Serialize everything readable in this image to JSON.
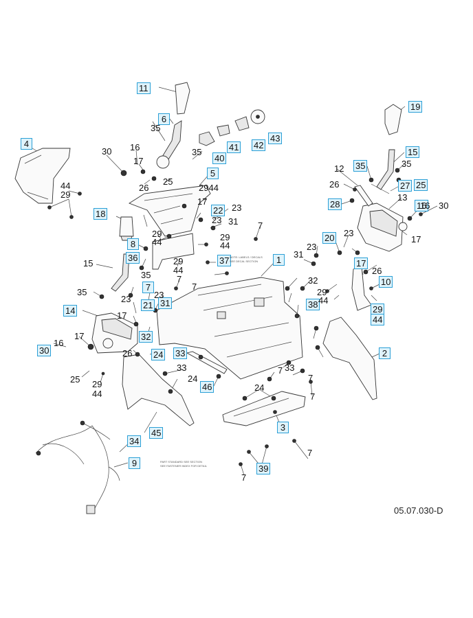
{
  "diagram_code": "05.07.030-D",
  "boxed_labels": [
    "11",
    "6",
    "4",
    "41",
    "42",
    "43",
    "40",
    "18",
    "5",
    "22",
    "15",
    "19",
    "35",
    "27",
    "25",
    "28",
    "16",
    "36",
    "8",
    "37",
    "1",
    "20",
    "17",
    "10",
    "7",
    "21",
    "31",
    "14",
    "38",
    "32",
    "24",
    "33",
    "30",
    "46",
    "2",
    "3",
    "45",
    "34",
    "9",
    "39",
    "29",
    "44"
  ],
  "plain_labels": [
    "35",
    "30",
    "16",
    "17",
    "44",
    "29",
    "26",
    "25",
    "35",
    "2944",
    "17",
    "23",
    "23",
    "31",
    "7",
    "29",
    "44",
    "29",
    "44",
    "15",
    "35",
    "23",
    "23",
    "35",
    "7",
    "26",
    "17",
    "16",
    "30",
    "17",
    "23",
    "31",
    "29",
    "44",
    "7",
    "29",
    "44",
    "32",
    "17",
    "16",
    "25",
    "26",
    "29",
    "44",
    "33",
    "24",
    "7",
    "7",
    "23",
    "12",
    "26",
    "35",
    "13",
    "7",
    "24",
    "33",
    "7",
    "7"
  ],
  "fine_print": [
    "NOTE: LABELS / DECALS",
    "SEE DECAL SECTION",
    "PART STANDARD SEE SECTION",
    "SEE FASTENER INDEX FOR DETAIL"
  ]
}
